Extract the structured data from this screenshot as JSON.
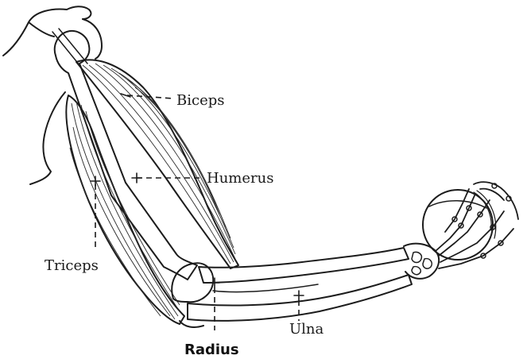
{
  "labels": {
    "biceps": "Biceps",
    "humerus": "Humerus",
    "triceps": "Triceps",
    "ulna": "Ulna",
    "radius": "Radius"
  },
  "colors": {
    "ink": "#1c1c1c",
    "background": "#ffffff"
  }
}
